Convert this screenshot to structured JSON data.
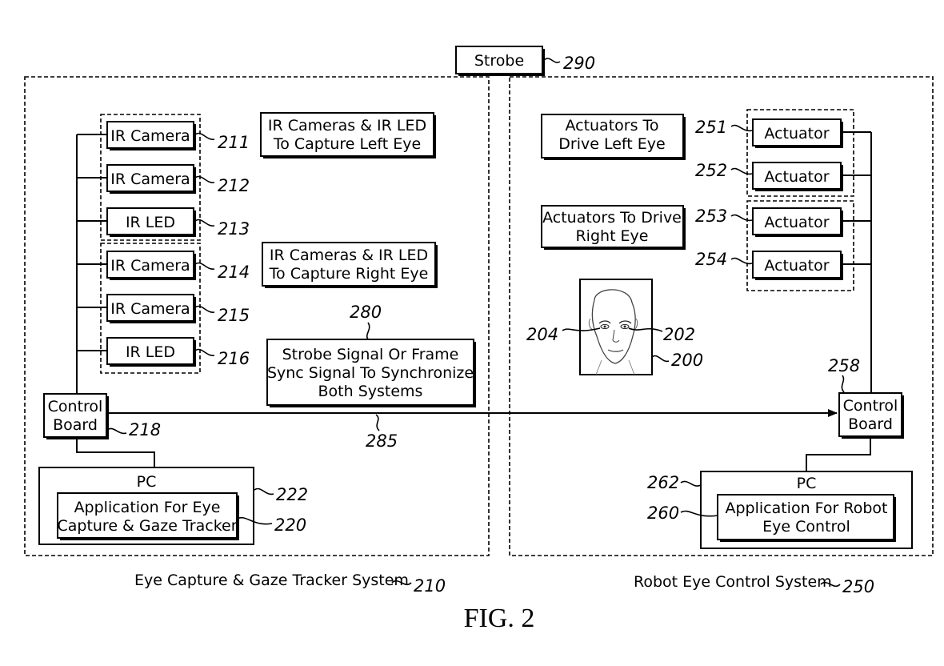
{
  "strobe": "Strobe",
  "left_system": {
    "caption": "Eye Capture & Gaze Tracker System",
    "left_group_note": [
      "IR Cameras & IR LED",
      "To Capture Left Eye"
    ],
    "right_group_note": [
      "IR Cameras & IR LED",
      "To Capture Right Eye"
    ],
    "components": [
      "IR Camera",
      "IR Camera",
      "IR LED",
      "IR Camera",
      "IR Camera",
      "IR LED"
    ],
    "component_refs": [
      "211",
      "212",
      "213",
      "214",
      "215",
      "216"
    ],
    "control_board": [
      "Control",
      "Board"
    ],
    "control_board_ref": "218",
    "pc_label": "PC",
    "pc_ref": "222",
    "app": [
      "Application For Eye",
      "Capture & Gaze Tracker"
    ],
    "app_ref": "220"
  },
  "sync": {
    "note": [
      "Strobe Signal Or Frame",
      "Sync Signal To Synchronize",
      "Both Systems"
    ],
    "note_ref": "280",
    "line_ref": "285"
  },
  "right_system": {
    "caption": "Robot Eye Control System",
    "left_note": [
      "Actuators To",
      "Drive Left Eye"
    ],
    "right_note": [
      "Actuators To Drive",
      "Right Eye"
    ],
    "actuators": [
      "Actuator",
      "Actuator",
      "Actuator",
      "Actuator"
    ],
    "actuator_refs": [
      "251",
      "252",
      "253",
      "254"
    ],
    "face_refs": {
      "face": "200",
      "right_eye": "202",
      "left_eye": "204"
    },
    "control_board": [
      "Control",
      "Board"
    ],
    "control_board_ref": "258",
    "pc_label": "PC",
    "pc_ref": "262",
    "app": [
      "Application For Robot",
      "Eye Control"
    ],
    "app_ref": "260"
  },
  "refs": {
    "strobe": "290",
    "left_system": "210",
    "right_system": "250"
  },
  "figure_label": "FIG. 2"
}
